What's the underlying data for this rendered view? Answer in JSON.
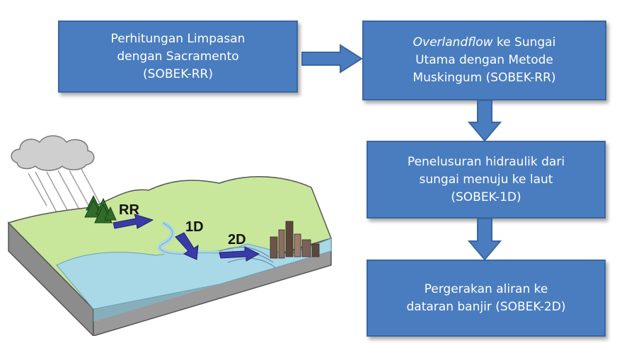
{
  "boxes": [
    {
      "lines": [
        "Perhitungan Limpasan",
        "dengan Sacramento",
        "(SOBEK-RR)"
      ]
    },
    {
      "line1_em": "Overlandflow",
      "line1_rest": " ke Sungai",
      "lines": [
        "Utama dengan Metode",
        "Muskingum (SOBEK-RR)"
      ]
    },
    {
      "lines": [
        "Penelusuran hidraulik dari",
        "sungai menuju ke laut",
        "(SOBEK-1D)"
      ]
    },
    {
      "lines": [
        "Pergerakan aliran ke",
        "dataran banjir (SOBEK-2D)"
      ]
    }
  ],
  "illustration": {
    "labels": {
      "rr": "RR",
      "d1": "1D",
      "d2": "2D"
    }
  },
  "colors": {
    "box_fill": "#4a7dbf",
    "land": "#c8e79a",
    "water": "#a9d8e6",
    "soil": "#8f8f8f",
    "arrow": "#3a3aa8"
  }
}
